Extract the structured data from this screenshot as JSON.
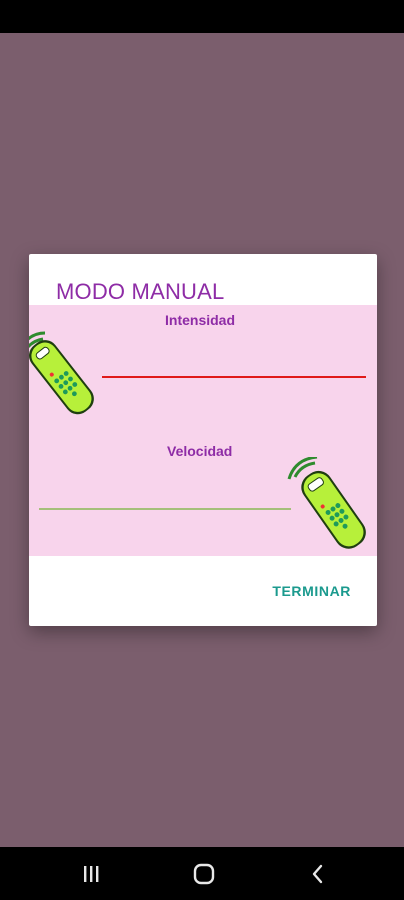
{
  "dialog": {
    "title": "MODO MANUAL",
    "intensity_label": "Intensidad",
    "speed_label": "Velocidad",
    "finish_label": "TERMINAR"
  },
  "colors": {
    "scrim": "#7b5e6d",
    "accent_purple": "#8e2ca6",
    "panel_pink": "#f8d4ec",
    "intensity_line": "#e01a1a",
    "speed_line": "#a5bf7a",
    "button_teal": "#1b9a8e"
  },
  "icons": {
    "remote": "remote-control-icon",
    "nav_recents": "recent-apps-icon",
    "nav_home": "home-icon",
    "nav_back": "back-icon"
  }
}
